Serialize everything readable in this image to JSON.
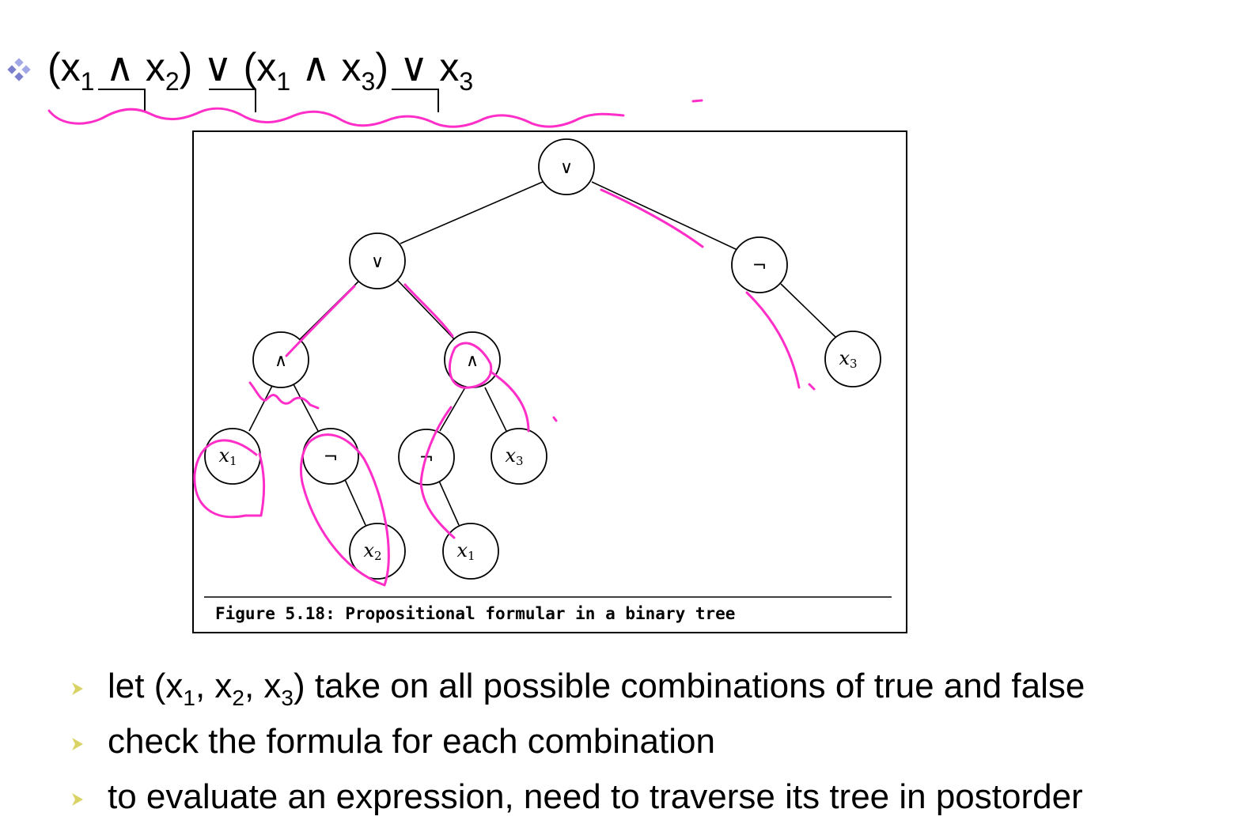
{
  "formula": {
    "p1": "(x",
    "s1": "1",
    "p2": " ∧ ",
    "p3": "x",
    "s2": "2",
    "p4": ") ∨ (",
    "p5": "x",
    "s3": "1",
    "p6": " ∧ x",
    "s4": "3",
    "p7": ") ∨ ",
    "p8": "x",
    "s5": "3"
  },
  "tree": {
    "root": "∨",
    "left_or": "∨",
    "right_not": "¬",
    "and_left": "∧",
    "and_right": "∧",
    "leaf_x1a": {
      "var": "x",
      "sub": "1"
    },
    "not_x2": "¬",
    "not_x1": "¬",
    "leaf_x3a": {
      "var": "x",
      "sub": "3"
    },
    "leaf_x3b": {
      "var": "x",
      "sub": "3"
    },
    "leaf_x2": {
      "var": "x",
      "sub": "2"
    },
    "leaf_x1b": {
      "var": "x",
      "sub": "1"
    }
  },
  "figure_caption": "Figure 5.18: Propositional formular in a binary tree",
  "bullets": {
    "b1": {
      "p1": "let (x",
      "s1": "1",
      "p2": ", x",
      "s2": "2",
      "p3": ", x",
      "s3": "3",
      "p4": ") take on all possible combinations of true and false"
    },
    "b2": "check the formula for each combination",
    "b3": "to evaluate an expression, need to traverse its tree in postorder"
  },
  "colors": {
    "annotation": "#ff2ec8",
    "bullet_diamond": "#8a8fd6",
    "arrow": "#d9d366"
  }
}
